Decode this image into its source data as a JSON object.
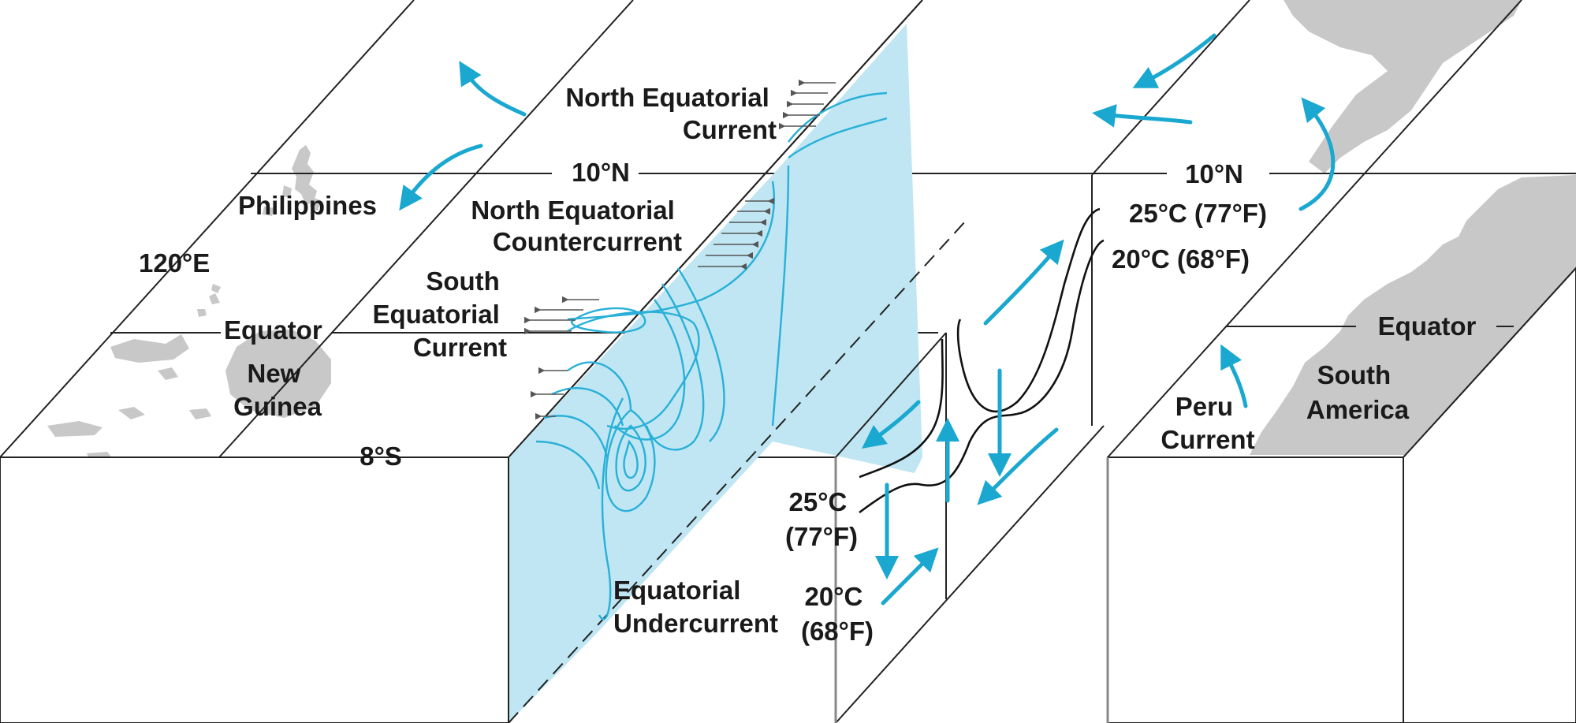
{
  "labels": {
    "north_equatorial_current": [
      "North Equatorial",
      "Current"
    ],
    "north_equatorial_countercurrent": [
      "North Equatorial",
      "Countercurrent"
    ],
    "south_equatorial_current": [
      "South",
      "Equatorial",
      "Current"
    ],
    "equatorial_undercurrent": [
      "Equatorial",
      "Undercurrent"
    ],
    "lat_10n_west": "10°N",
    "lat_10n_east": "10°N",
    "lat_8s": "8°S",
    "lon_120e": "120°E",
    "equator_west": "Equator",
    "equator_east": "Equator",
    "philippines": "Philippines",
    "new_guinea": [
      "New",
      "Guinea"
    ],
    "south_america": [
      "South",
      "America"
    ],
    "peru_current": [
      "Peru",
      "Current"
    ],
    "temp_25_top": "25°C (77°F)",
    "temp_20_top": "20°C (68°F)",
    "temp_25_side": [
      "25°C",
      "(77°F)"
    ],
    "temp_20_side": [
      "20°C",
      "(68°F)"
    ]
  },
  "colors": {
    "current_blue": "#29b0d8",
    "section_fill": "#bfe6f2",
    "land_gray": "#c8c8c8",
    "line_dark": "#222222"
  }
}
